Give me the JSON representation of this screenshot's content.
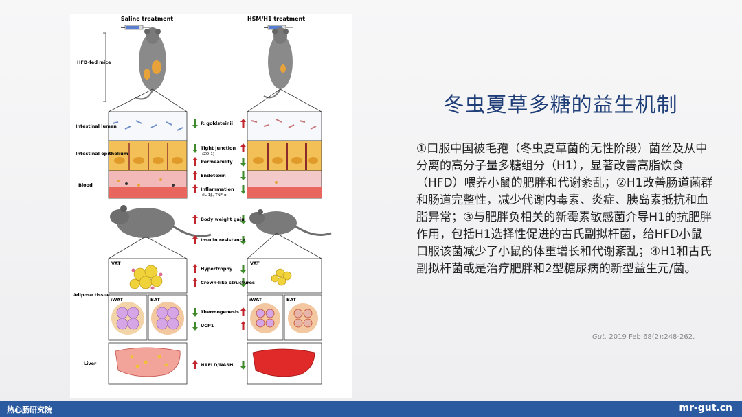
{
  "slide": {
    "title": "冬虫夏草多糖的益生机制",
    "body": "①口服中国被毛孢（冬虫夏草菌的无性阶段）菌丝及从中分离的高分子量多糖组分（H1），显著改善高脂饮食（HFD）喂养小鼠的肥胖和代谢紊乱；②H1改善肠道菌群和肠道完整性，减少代谢内毒素、炎症、胰岛素抵抗和血脂异常；③与肥胖负相关的新霉素敏感菌介导H1的抗肥胖作用，包括H1选择性促进的古氏副拟杆菌，给HFD小鼠口服该菌减少了小鼠的体重增长和代谢紊乱；④H1和古氏副拟杆菌或是治疗肥胖和2型糖尿病的新型益生元/菌。",
    "citation_journal": "Gut.",
    "citation_rest": " 2019 Feb;68(2):248-262."
  },
  "figure": {
    "left_header": "Saline treatment",
    "right_header": "HSM/H1 treatment",
    "side_labels": {
      "mice": "HFD-fed mice",
      "lumen": "Intestinal lumen",
      "epithelium": "Intestinal epithelium",
      "blood": "Blood",
      "adipose": "Adipose tissue",
      "liver": "Liver"
    },
    "tissue_labels": {
      "vat": "VAT",
      "iwat": "iWAT",
      "bat": "BAT"
    },
    "effects": [
      {
        "label": "P. goldsteinii",
        "left": "down",
        "right": "up"
      },
      {
        "label": "Tight junction",
        "sub": "ZO-1",
        "left": "down",
        "right": "up"
      },
      {
        "label": "Permeability",
        "left": "up",
        "right": "down"
      },
      {
        "label": "Endotoxin",
        "left": "up",
        "right": "down"
      },
      {
        "label": "Inflammation",
        "sub": "IL-1β, TNF-α",
        "left": "up",
        "right": "down"
      },
      {
        "label": "Body weight gain",
        "left": "up",
        "right": "down"
      },
      {
        "label": "Insulin resistance",
        "left": "up",
        "right": "down"
      },
      {
        "label": "Hypertrophy",
        "left": "up",
        "right": "down"
      },
      {
        "label": "Crown-like structures",
        "left": "up",
        "right": "down"
      },
      {
        "label": "Thermogenesis",
        "left": "down",
        "right": "up"
      },
      {
        "label": "UCP1",
        "left": "down",
        "right": "up"
      },
      {
        "label": "NAFLD/NASH",
        "left": "up",
        "right": "down"
      }
    ],
    "colors": {
      "up": "#c0272d",
      "down": "#3f8a2b"
    }
  },
  "footer": {
    "left": "热心肠研究院",
    "right": "mr-gut.cn"
  }
}
